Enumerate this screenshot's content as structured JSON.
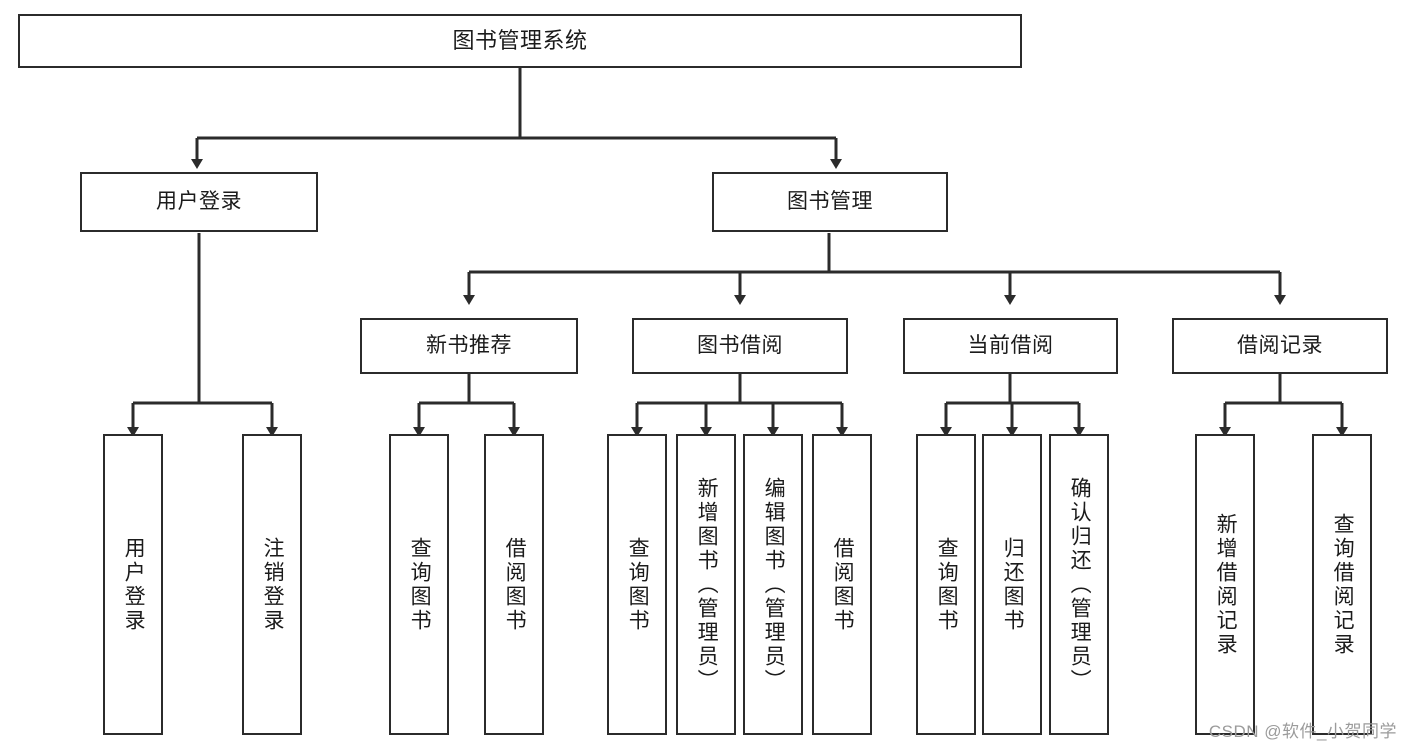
{
  "diagram": {
    "title": "图书管理系统",
    "type": "tree",
    "watermark": "CSDN @软件_小贺同学",
    "colors": {
      "stroke": "#2b2b2b",
      "fill": "#ffffff",
      "text": "#1b1b1b",
      "watermark": "#9b9b9b"
    },
    "root": {
      "label": "图书管理系统"
    },
    "level1": [
      {
        "label": "用户登录"
      },
      {
        "label": "图书管理"
      }
    ],
    "level2": [
      {
        "label": "新书推荐"
      },
      {
        "label": "图书借阅"
      },
      {
        "label": "当前借阅"
      },
      {
        "label": "借阅记录"
      }
    ],
    "leaves": {
      "user_login": [
        {
          "label": "用户登录"
        },
        {
          "label": "注销登录"
        }
      ],
      "new_book_recommend": [
        {
          "label": "查询图书"
        },
        {
          "label": "借阅图书"
        }
      ],
      "book_borrow": [
        {
          "label": "查询图书"
        },
        {
          "label": "新增图书（管理员）"
        },
        {
          "label": "编辑图书（管理员）"
        },
        {
          "label": "借阅图书"
        }
      ],
      "current_borrow": [
        {
          "label": "查询图书"
        },
        {
          "label": "归还图书"
        },
        {
          "label": "确认归还（管理员）"
        }
      ],
      "borrow_record": [
        {
          "label": "新增借阅记录"
        },
        {
          "label": "查询借阅记录"
        }
      ]
    }
  }
}
